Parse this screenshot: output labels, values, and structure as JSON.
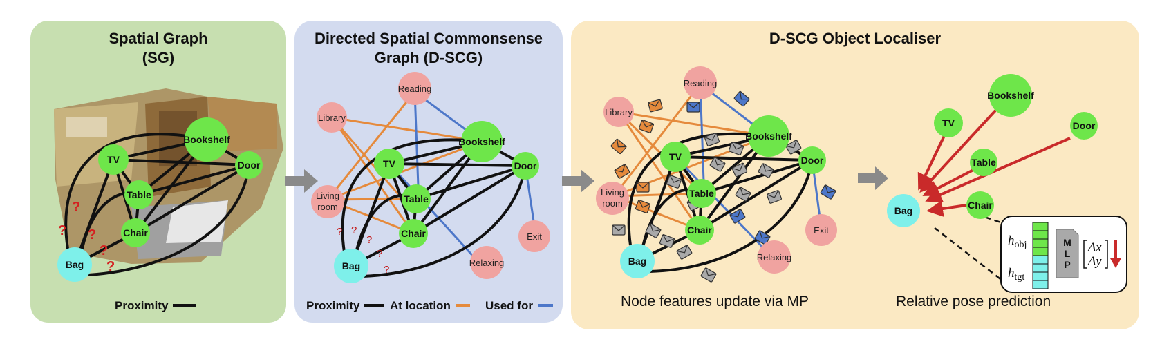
{
  "colors": {
    "panel_sg": "#c7dfb0",
    "panel_dscg": "#d3dbef",
    "panel_loc": "#fbe9c3",
    "object_node": "#6ee64a",
    "place_node": "#f0a3a0",
    "target_node": "#7ef0ea",
    "proximity_edge": "#111111",
    "location_edge": "#e58a3c",
    "usedfor_edge": "#4d77c9",
    "pred_arrow": "#c92a2a"
  },
  "panels": {
    "sg": {
      "title_line1": "Spatial Graph",
      "title_line2": "(SG)",
      "legend_proximity": "Proximity"
    },
    "dscg": {
      "title_line1": "Directed Spatial Commonsense",
      "title_line2": "Graph (D-SCG)",
      "legend_proximity": "Proximity",
      "legend_location": "At location",
      "legend_usedfor": "Used for"
    },
    "loc": {
      "title": "D-SCG Object Localiser",
      "caption_mp": "Node features update via MP",
      "caption_pose": "Relative pose prediction"
    }
  },
  "nodes": {
    "tv": "TV",
    "bookshelf": "Bookshelf",
    "door": "Door",
    "table": "Table",
    "chair": "Chair",
    "bag": "Bag",
    "library": "Library",
    "reading": "Reading",
    "living_line1": "Living",
    "living_line2": "room",
    "exit": "Exit",
    "relaxing": "Relaxing"
  },
  "unknown_mark": "?",
  "mlp": {
    "m": "M",
    "l": "L",
    "p": "P"
  },
  "math": {
    "h": "h",
    "obj": "obj",
    "tgt": "tgt",
    "dx": "Δx",
    "dy": "Δy"
  }
}
